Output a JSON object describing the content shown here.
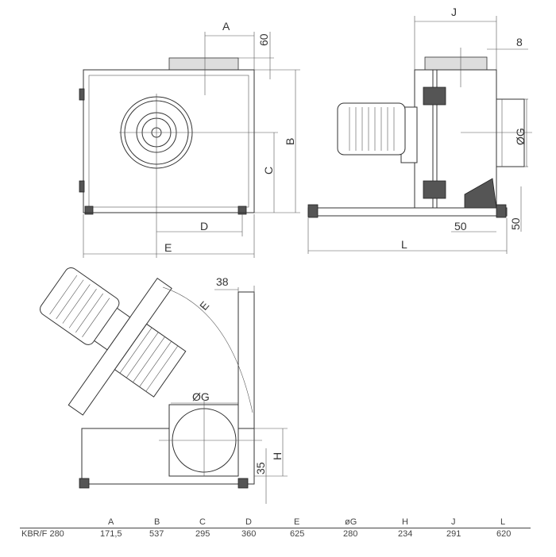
{
  "front_view": {
    "labels": {
      "A": "A",
      "h60": "60",
      "B": "B",
      "C": "C",
      "D": "D",
      "E": "E"
    }
  },
  "side_view": {
    "labels": {
      "J": "J",
      "e8": "8",
      "G": "ØG",
      "w50": "50",
      "h50": "50",
      "L": "L"
    }
  },
  "tilt_view": {
    "labels": {
      "t38": "38",
      "E": "E",
      "G": "ØG",
      "H": "H",
      "t35": "35"
    }
  },
  "table": {
    "headers": [
      "",
      "A",
      "B",
      "C",
      "D",
      "E",
      "øG",
      "H",
      "J",
      "L"
    ],
    "rows": [
      [
        "KBR/F 280",
        "171,5",
        "537",
        "295",
        "360",
        "625",
        "280",
        "234",
        "291",
        "620"
      ]
    ]
  }
}
